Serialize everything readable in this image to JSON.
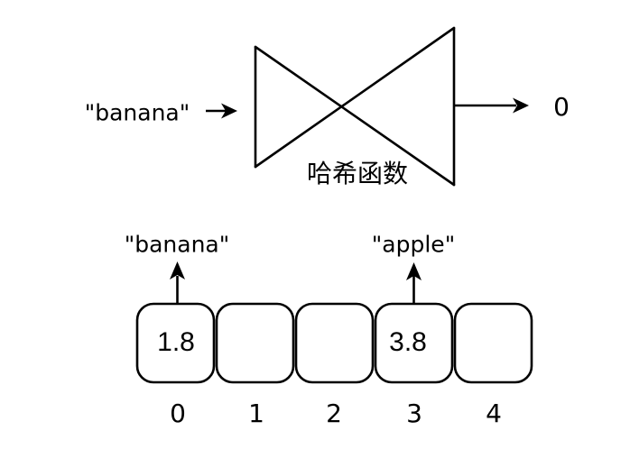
{
  "colors": {
    "stroke": "#000000",
    "background": "#ffffff"
  },
  "hash_section": {
    "input_label": "\"banana\"",
    "function_label": "哈希函数",
    "output_label": "0"
  },
  "array_section": {
    "pointers": [
      {
        "label": "\"banana\"",
        "cell_index": 0
      },
      {
        "label": "\"apple\"",
        "cell_index": 3
      }
    ],
    "cells": [
      {
        "index": "0",
        "value": "1.8"
      },
      {
        "index": "1",
        "value": ""
      },
      {
        "index": "2",
        "value": ""
      },
      {
        "index": "3",
        "value": "3.8"
      },
      {
        "index": "4",
        "value": ""
      }
    ]
  }
}
